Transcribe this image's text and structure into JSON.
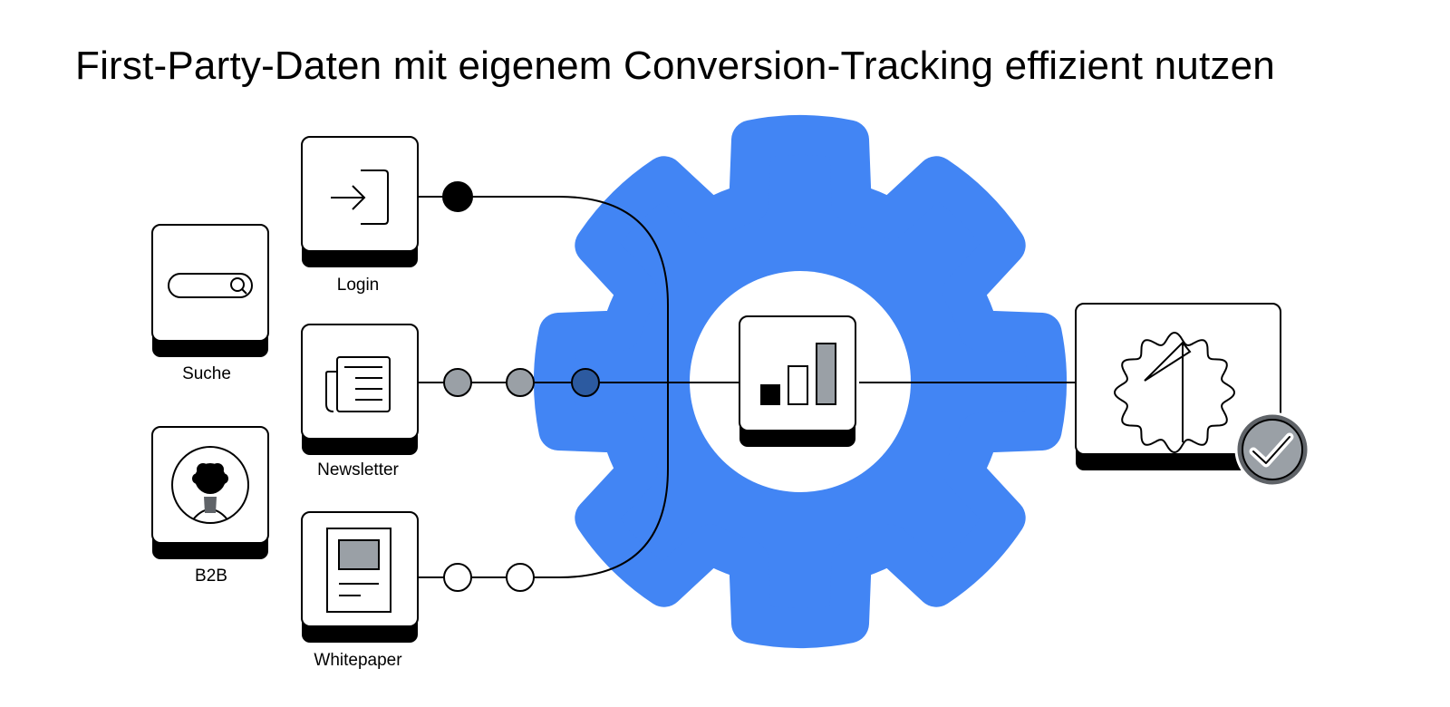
{
  "title": "First-Party-Daten mit eigenem Conversion-Tracking effizient nutzen",
  "sources": [
    {
      "label": "Suche",
      "icon": "search-bar-icon"
    },
    {
      "label": "B2B",
      "icon": "person-avatar-icon"
    }
  ],
  "channels": [
    {
      "label": "Login",
      "icon": "login-arrow-icon"
    },
    {
      "label": "Newsletter",
      "icon": "newspaper-icon"
    },
    {
      "label": "Whitepaper",
      "icon": "document-icon"
    }
  ],
  "colors": {
    "gear": "#4285f4",
    "dot_dark": "#000000",
    "dot_grey": "#9aa0a6",
    "dot_blue": "#2c5aa0",
    "bar_grey": "#9aa0a6"
  },
  "icons": {
    "center": "bar-chart-icon",
    "result": "verified-badge-icon",
    "check": "check-icon"
  }
}
